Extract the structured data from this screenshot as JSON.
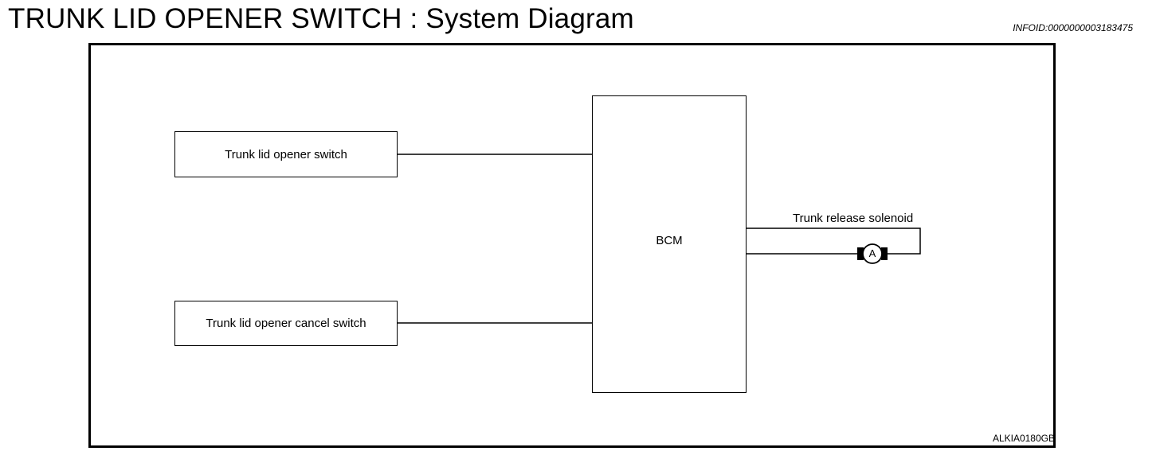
{
  "header": {
    "title": "TRUNK LID OPENER SWITCH : System Diagram",
    "info_id": "INFOID:0000000003183475"
  },
  "diagram": {
    "nodes": {
      "switch": "Trunk lid opener switch",
      "cancel_switch": "Trunk lid opener cancel switch",
      "bcm": "BCM",
      "solenoid": "Trunk release solenoid",
      "connector": "A"
    },
    "connections": [
      {
        "from": "Trunk lid opener switch",
        "to": "BCM"
      },
      {
        "from": "Trunk lid opener cancel switch",
        "to": "BCM"
      },
      {
        "from": "BCM",
        "to": "Trunk release solenoid"
      }
    ],
    "figure_code": "ALKIA0180GB"
  }
}
